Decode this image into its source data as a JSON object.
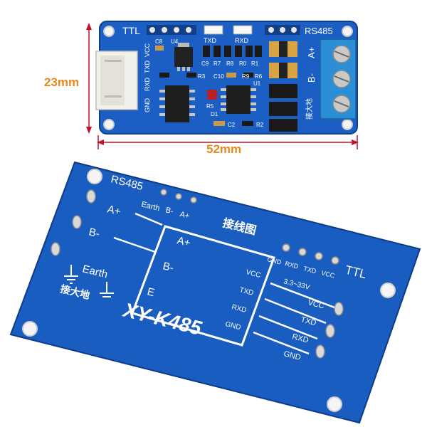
{
  "dimensions": {
    "height_label": "23mm",
    "width_label": "52mm"
  },
  "top_board": {
    "header_left": "TTL",
    "header_right": "RS485",
    "pin_labels": [
      "GND",
      "RXD",
      "TXD",
      "VCC"
    ],
    "led_labels": [
      "TXD",
      "RXD"
    ],
    "side_labels": [
      "A+",
      "B-",
      "接大地"
    ],
    "components": [
      "C8",
      "U4",
      "C9",
      "R7",
      "R8",
      "R0",
      "R1",
      "R3",
      "C10",
      "R9",
      "R6",
      "R5",
      "D1",
      "U1",
      "C2",
      "R2"
    ]
  },
  "bottom_board": {
    "rs485_label": "RS485",
    "earth_label": "Earth",
    "terminal_labels": [
      "Earth",
      "B-",
      "A+"
    ],
    "diagram_title": "接线图",
    "left_labels": [
      "A+",
      "B-"
    ],
    "earth_side_labels": [
      "Earth",
      "接大地"
    ],
    "box_left_labels": [
      "A+",
      "B-",
      "E"
    ],
    "box_right_labels": [
      "VCC",
      "TXD",
      "RXD",
      "GND"
    ],
    "ttl_label": "TTL",
    "ttl_pin_labels": [
      "GND",
      "RXD",
      "TXD",
      "VCC"
    ],
    "voltage_label": "3.3~33V",
    "right_labels": [
      "VCC",
      "TXD",
      "RXD",
      "GND"
    ],
    "model": "XY-K485"
  },
  "colors": {
    "pcb": "#1857b8",
    "pcb_dark": "#0f3f8f",
    "silk": "#ffffff",
    "dimension": "#e8891e",
    "dim_line": "#c0102a",
    "terminal": "#2a8fd6"
  }
}
